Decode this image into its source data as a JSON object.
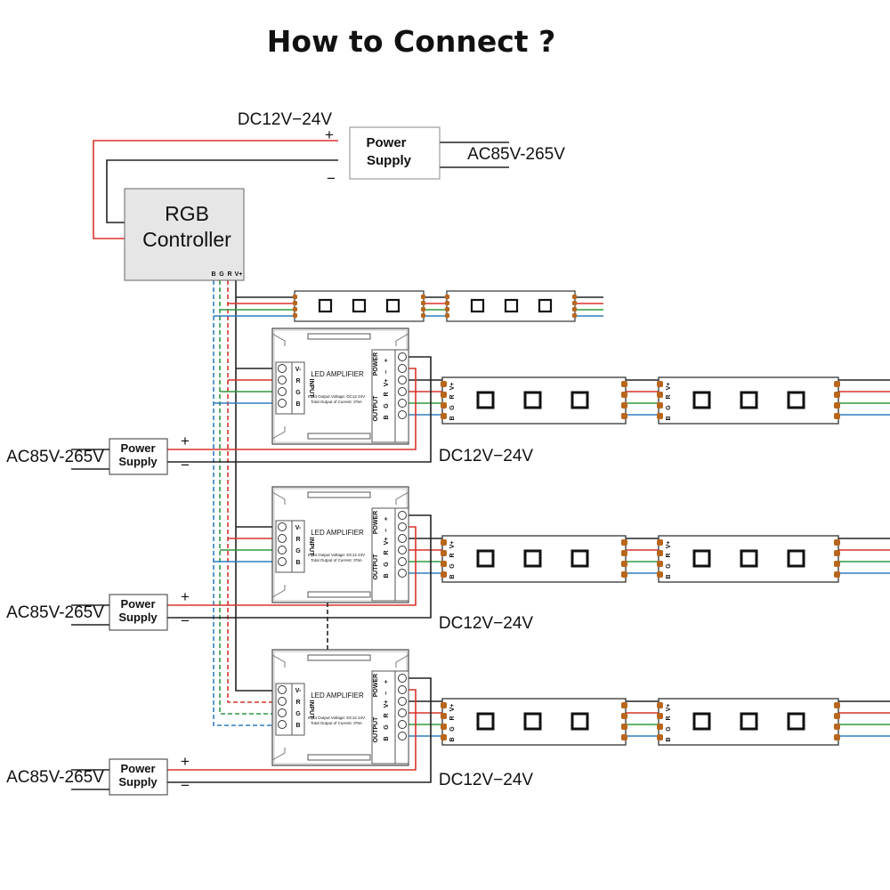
{
  "title": "How to Connect ?",
  "controller_label": [
    "RGB",
    "Controller"
  ],
  "controller_pins": [
    "B",
    "G",
    "R",
    "V+"
  ],
  "power_supply_label": [
    "Power",
    "Supply"
  ],
  "dc_voltage": "DC12V−24V",
  "ac_voltage": "AC85V-265V",
  "plus_sign": "+",
  "minus_sign": "−",
  "amplifier": {
    "name": "LED AMPLIFIER",
    "input_header": "INPUT",
    "output_header": "OUTPUT",
    "power_header": "POWER",
    "input_pins": [
      "V-",
      "R",
      "G",
      "B"
    ],
    "output_pins": [
      "B",
      "G",
      "R",
      "V+"
    ],
    "power_pins": [
      "+",
      "−"
    ],
    "spec_line_1": "Input Output Voltage: DC12 24V",
    "spec_line_2": "Total Output of Current: 3*8A"
  },
  "strip_pins": [
    "V+",
    "R",
    "G",
    "B"
  ],
  "wire_colors": {
    "power_positive": "#d9332b",
    "power_negative": "#222222",
    "red": "#d9332b",
    "green": "#2e9a3e",
    "blue": "#2f7fc1",
    "connector": "#b8661c"
  }
}
